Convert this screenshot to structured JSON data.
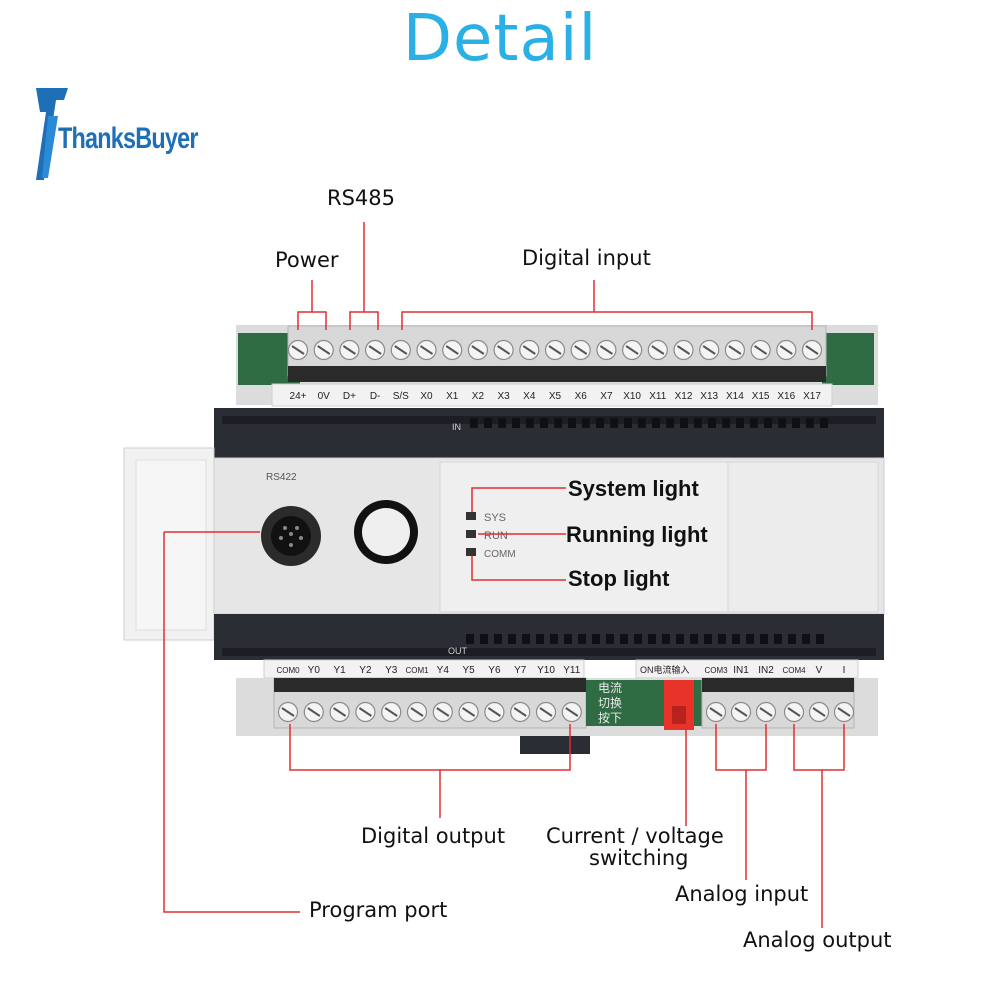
{
  "header": {
    "title": "Detail"
  },
  "brand": {
    "logo_text": "ThanksBuyer"
  },
  "callouts": {
    "rs485": "RS485",
    "power": "Power",
    "digital_input": "Digital input",
    "system_light": "System light",
    "running_light": "Running light",
    "stop_light": "Stop light",
    "digital_output": "Digital output",
    "current_voltage_1": "Current / voltage",
    "current_voltage_2": "switching",
    "analog_input": "Analog input",
    "program_port": "Program port",
    "analog_output": "Analog output"
  },
  "device": {
    "top_terminals": [
      "24+",
      "0V",
      "D+",
      "D-",
      "S/S",
      "X0",
      "X1",
      "X2",
      "X3",
      "X4",
      "X5",
      "X6",
      "X7",
      "X10",
      "X11",
      "X12",
      "X13",
      "X14",
      "X15",
      "X16",
      "X17"
    ],
    "bottom_terminals": [
      "COM0",
      "Y0",
      "Y1",
      "Y2",
      "Y3",
      "COM1",
      "Y4",
      "Y5",
      "Y6",
      "Y7",
      "Y10",
      "Y11"
    ],
    "switch_label": "ON电流输入",
    "switch_chinese": [
      "电流",
      "切换",
      "按下"
    ],
    "analog_terminals": [
      "COM3",
      "IN1",
      "IN2",
      "COM4",
      "V",
      "I"
    ],
    "port_label": "RS422",
    "in_label": "IN",
    "out_label": "OUT",
    "leds": [
      "SYS",
      "RUN",
      "COMM"
    ]
  },
  "colors": {
    "title": "#2ab0e4",
    "callout_line": "#e03030",
    "logo": "#1f6fb6",
    "device_body": "#e6e6e6",
    "black_rail": "#2a2d34",
    "pcb_green": "#2f6b43",
    "switch_red": "#e8332a"
  }
}
